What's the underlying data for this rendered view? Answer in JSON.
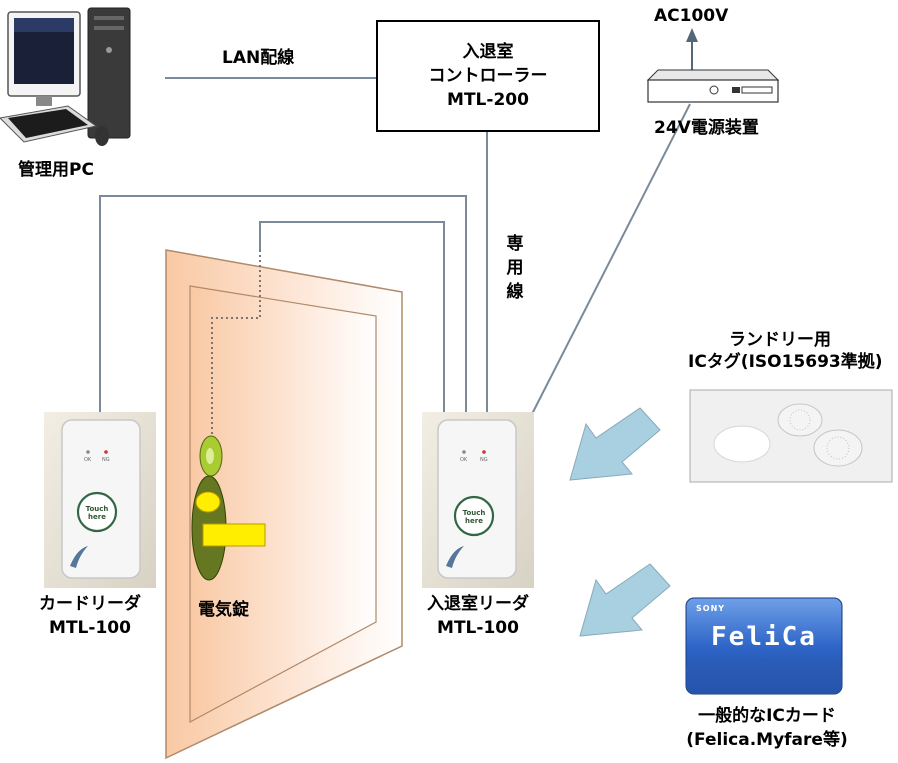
{
  "labels": {
    "lan": "LAN配線",
    "controller_line1": "入退室",
    "controller_line2": "コントローラー",
    "controller_line3": "MTL-200",
    "ac": "AC100V",
    "power": "24V電源装置",
    "pc": "管理用PC",
    "dedicated": [
      "専",
      "用",
      "線"
    ],
    "laundry_line1": "ランドリー用",
    "laundry_line2": "ICタグ(ISO15693準拠)",
    "card_reader_line1": "カードリーダ",
    "card_reader_line2": "MTL-100",
    "lock": "電気錠",
    "entry_reader_line1": "入退室リーダ",
    "entry_reader_line2": "MTL-100",
    "ic_card_line1": "一般的なICカード",
    "ic_card_line2": "(Felica.Myfare等)"
  },
  "card": {
    "brand": "SONY",
    "logo_text": "FeliCa"
  },
  "reader_button": {
    "line1": "Touch",
    "line2": "here"
  },
  "reader_leds": {
    "left": "OK",
    "right": "NG"
  },
  "colors": {
    "door_frame": "#f8c8a0",
    "door_panel": "#fde8d8",
    "arrow": "#a8d0e0",
    "card_blue": "#3a6fc8",
    "lock_body": "#667722",
    "lock_lever": "#ffee00"
  }
}
